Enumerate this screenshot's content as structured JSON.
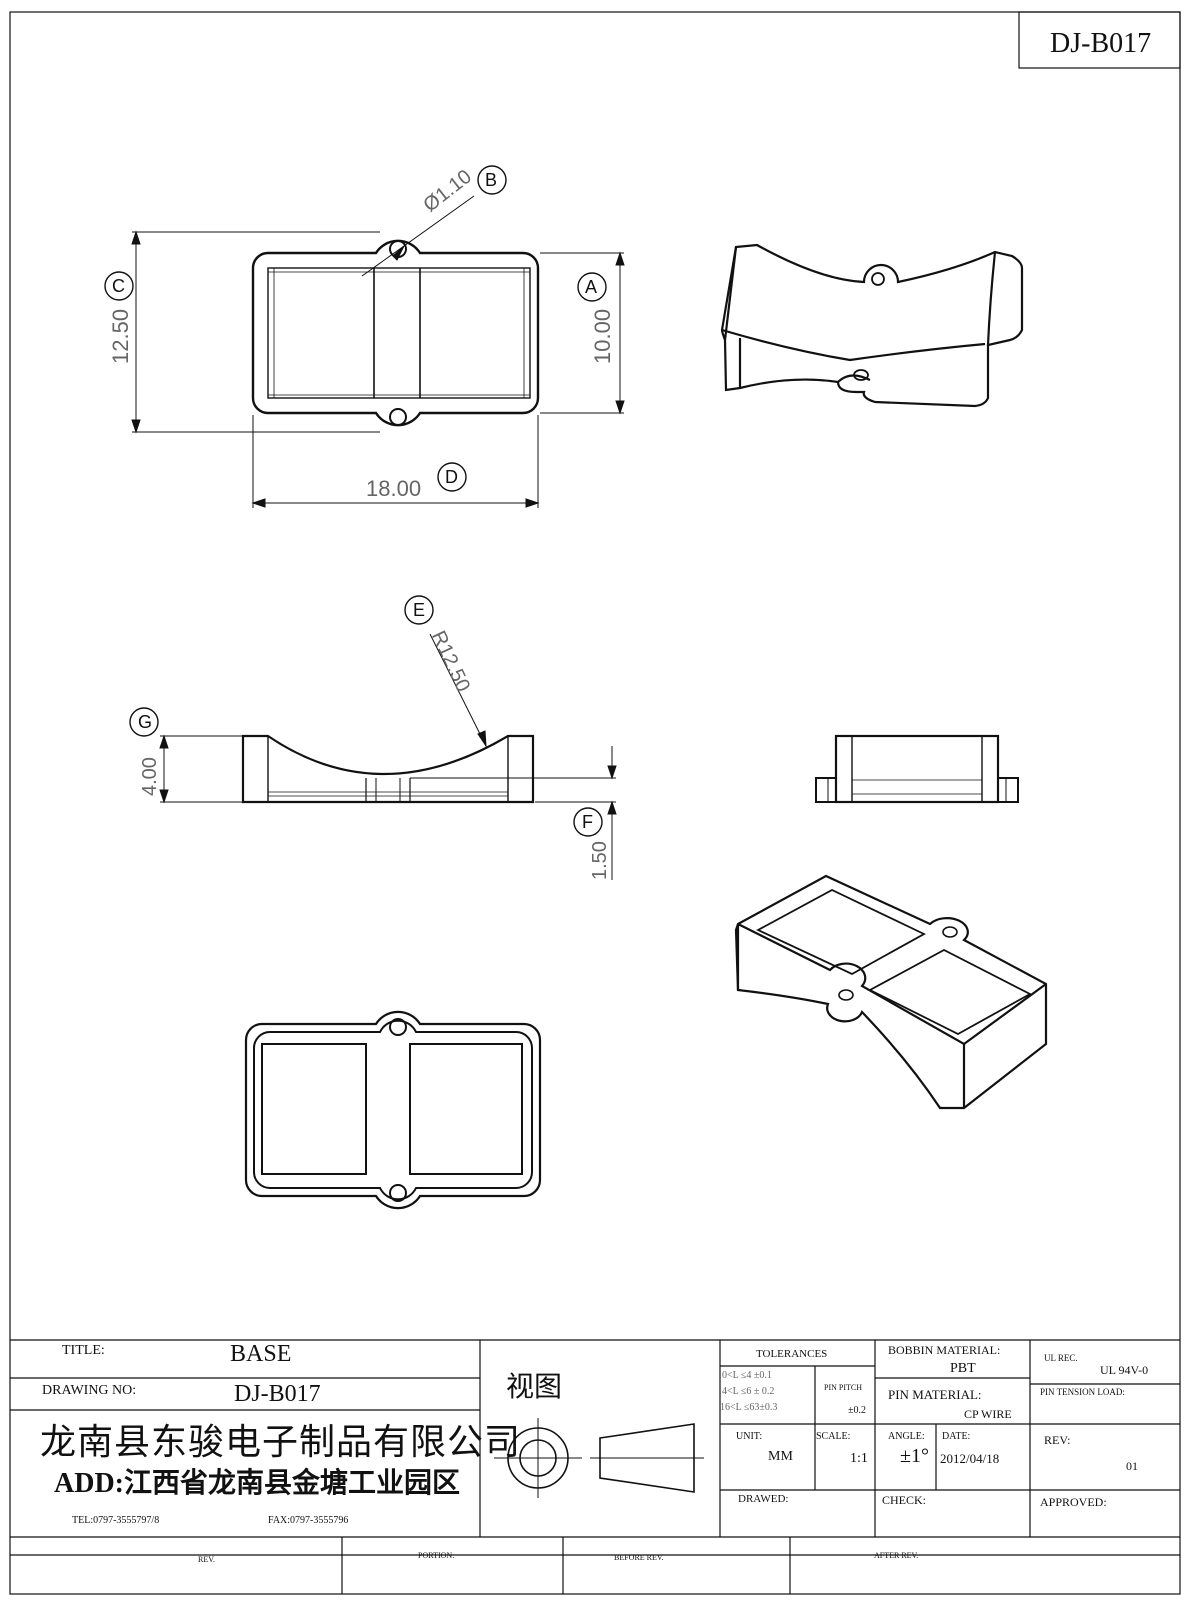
{
  "drawing_number": "DJ-B017",
  "dimensions": {
    "hole_dia": "Ø1.10",
    "height_c": "12.50",
    "body_height_a": "10.00",
    "width_d": "18.00",
    "radius_e": "R12.50",
    "height_g": "4.00",
    "base_f": "1.50"
  },
  "callouts": [
    "A",
    "B",
    "C",
    "D",
    "E",
    "F",
    "G"
  ],
  "title_block": {
    "title_label": "TITLE:",
    "title": "BASE",
    "drawing_no_label": "DRAWING NO:",
    "drawing_no": "DJ-B017",
    "company": "龙南县东骏电子制品有限公司",
    "address": "ADD:江西省龙南县金塘工业园区",
    "tel": "TEL:0797-3555797/8",
    "fax": "FAX:0797-3555796",
    "view_label": "视图",
    "tolerances_label": "TOLERANCES",
    "tol_1": "0<L ≤4  ±0.1",
    "tol_2": "4<L ≤6  ± 0.2",
    "tol_3": "16<L ≤63±0.3",
    "pin_pitch_label": "PIN PITCH",
    "pin_pitch": "±0.2",
    "unit_label": "UNIT:",
    "unit": "MM",
    "scale_label": "SCALE:",
    "scale": "1:1",
    "angle_label": "ANGLE:",
    "angle": "±1°",
    "date_label": "DATE:",
    "date": "2012/04/18",
    "bobbin_material_label": "BOBBIN MATERIAL:",
    "bobbin_material": "PBT",
    "pin_material_label": "PIN MATERIAL:",
    "pin_material": "CP WIRE",
    "ul_rec_label": "UL REC.",
    "ul_rec": "UL  94V-0",
    "pin_tension_label": "PIN TENSION LOAD:",
    "rev_label": "REV:",
    "rev": "01",
    "drawed_label": "DRAWED:",
    "check_label": "CHECK:",
    "approved_label": "APPROVED:",
    "rev_col": "REV.",
    "portion_col": "PORTION.",
    "before_rev_col": "BEFORE REV.",
    "after_rev_col": "AFTER REV."
  }
}
